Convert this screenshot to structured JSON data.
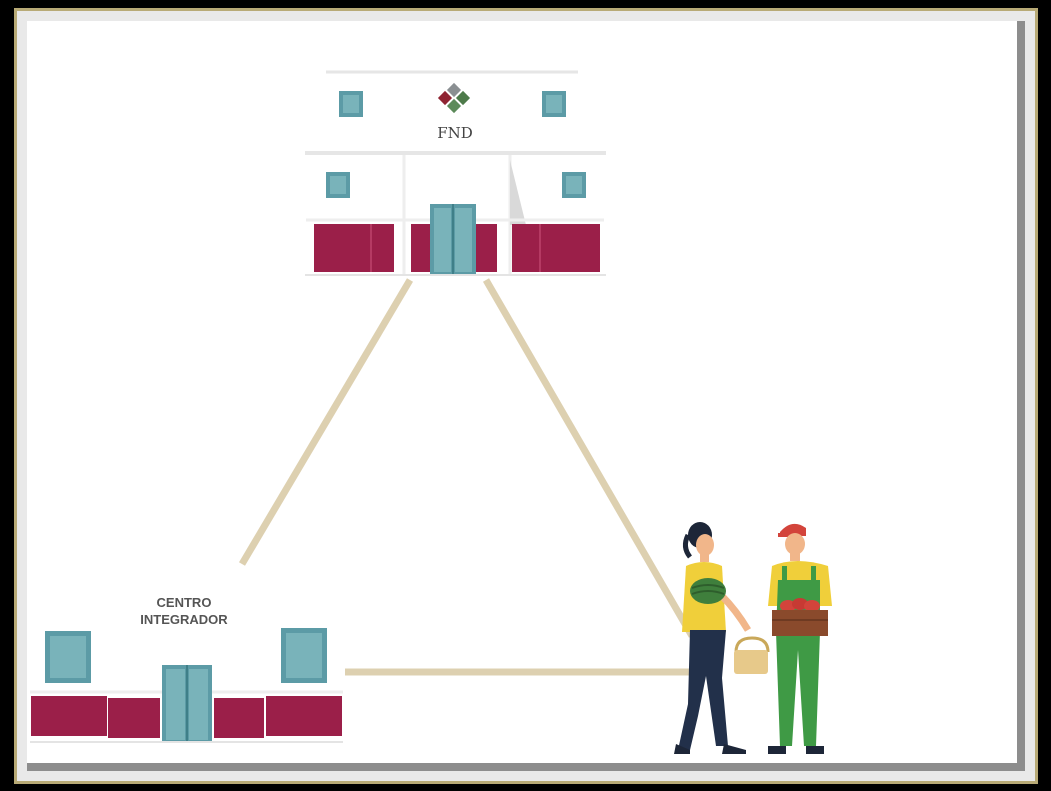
{
  "diagram": {
    "top_building": {
      "label": "FND"
    },
    "left_building": {
      "label_line1": "CENTRO",
      "label_line2": "INTEGRADOR"
    },
    "colors": {
      "connector": "#ddd0b0",
      "wall_red": "#9b1f49",
      "window": "#5c9ba6",
      "window_glass": "#79b3ba",
      "logo_red": "#8f2432",
      "logo_green": "#4d7a4a",
      "logo_gray": "#8a8f92",
      "worker_shirt": "#f0cf3a",
      "worker_pants_green": "#3f9a45",
      "woman_pants": "#22304a",
      "cap_red": "#d3443b",
      "crate_brown": "#8a4a2c",
      "watermelon": "#3f7f3c"
    }
  }
}
